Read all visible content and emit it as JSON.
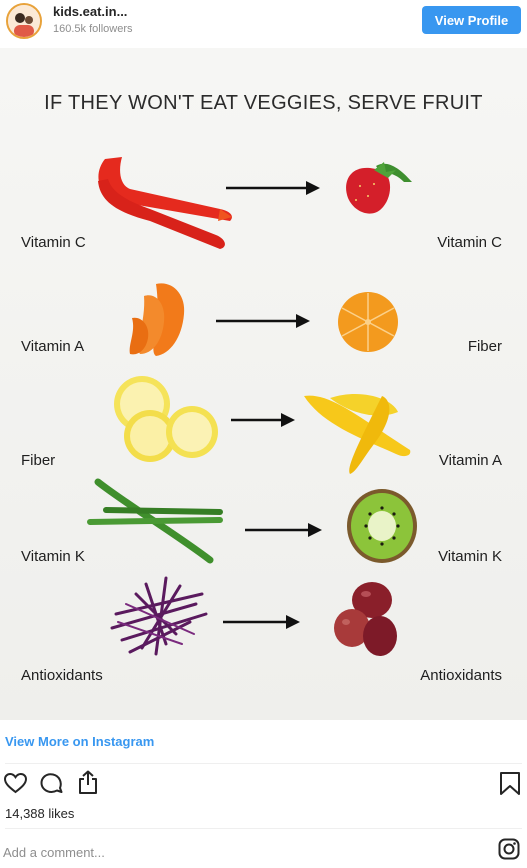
{
  "header": {
    "username": "kids.eat.in...",
    "followers": "160.5k followers",
    "view_profile_label": "View Profile"
  },
  "post": {
    "title": "IF THEY WON'T EAT VEGGIES, SERVE FRUIT",
    "rows": [
      {
        "left_label": "Vitamin C",
        "right_label": "Vitamin C",
        "veggie": "red-bell-pepper",
        "fruit": "strawberry"
      },
      {
        "left_label": "Vitamin A",
        "right_label": "Fiber",
        "veggie": "carrot-slices",
        "fruit": "mandarin-orange"
      },
      {
        "left_label": "Fiber",
        "right_label": "Vitamin A",
        "veggie": "yellow-squash",
        "fruit": "mango"
      },
      {
        "left_label": "Vitamin K",
        "right_label": "Vitamin K",
        "veggie": "green-beans",
        "fruit": "kiwi"
      },
      {
        "left_label": "Antioxidants",
        "right_label": "Antioxidants",
        "veggie": "red-cabbage",
        "fruit": "red-grapes"
      }
    ]
  },
  "footer": {
    "view_more_label": "View More on Instagram",
    "likes": "14,388 likes",
    "comment_placeholder": "Add a comment..."
  },
  "colors": {
    "accent": "#3897f0",
    "text": "#262626",
    "muted": "#8e8e8e"
  },
  "icons": [
    "heart-icon",
    "comment-icon",
    "share-icon",
    "bookmark-icon",
    "instagram-logo-icon"
  ]
}
